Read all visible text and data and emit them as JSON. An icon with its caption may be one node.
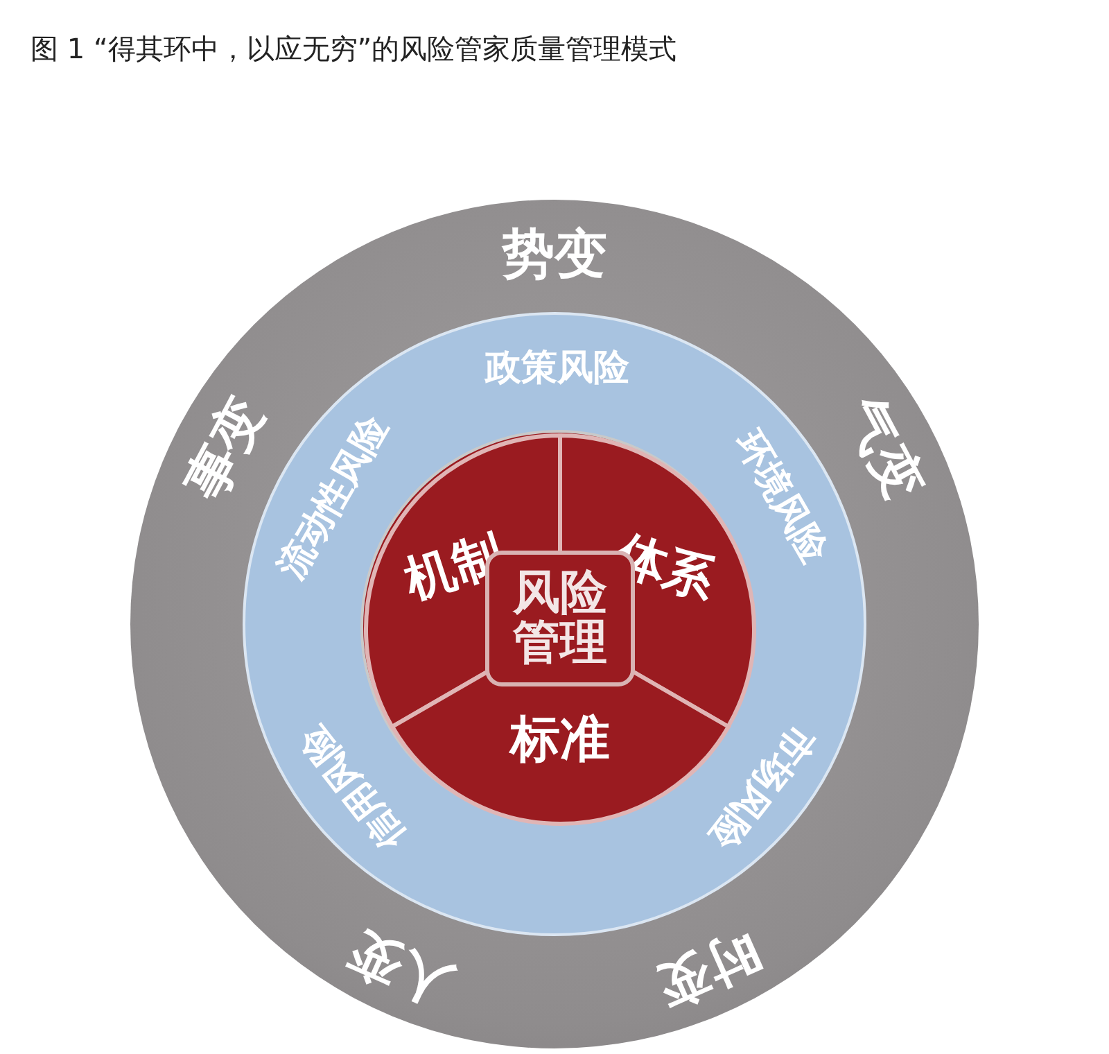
{
  "diagram": {
    "title": "图 1 “得其环中，以应无穷”的风险管家质量管理模式",
    "nodes": [
      {
        "text": [
          "势变",
          "气变",
          "时变",
          "人变",
          "事变"
        ]
      },
      {
        "text": [
          "政策风险",
          "环境风险",
          "市场风险",
          "信用风险",
          "流动性风险"
        ],
        "in": 0
      },
      {
        "text": [],
        "shape": "circle",
        "in": 1
      },
      {
        "text": [
          "机制"
        ],
        "in": 2
      },
      {
        "text": [
          "体系"
        ],
        "in": 2
      },
      {
        "text": [
          "标准"
        ],
        "in": 2
      },
      {
        "text": [
          "风险管理"
        ],
        "in": 2
      }
    ],
    "edges": []
  }
}
